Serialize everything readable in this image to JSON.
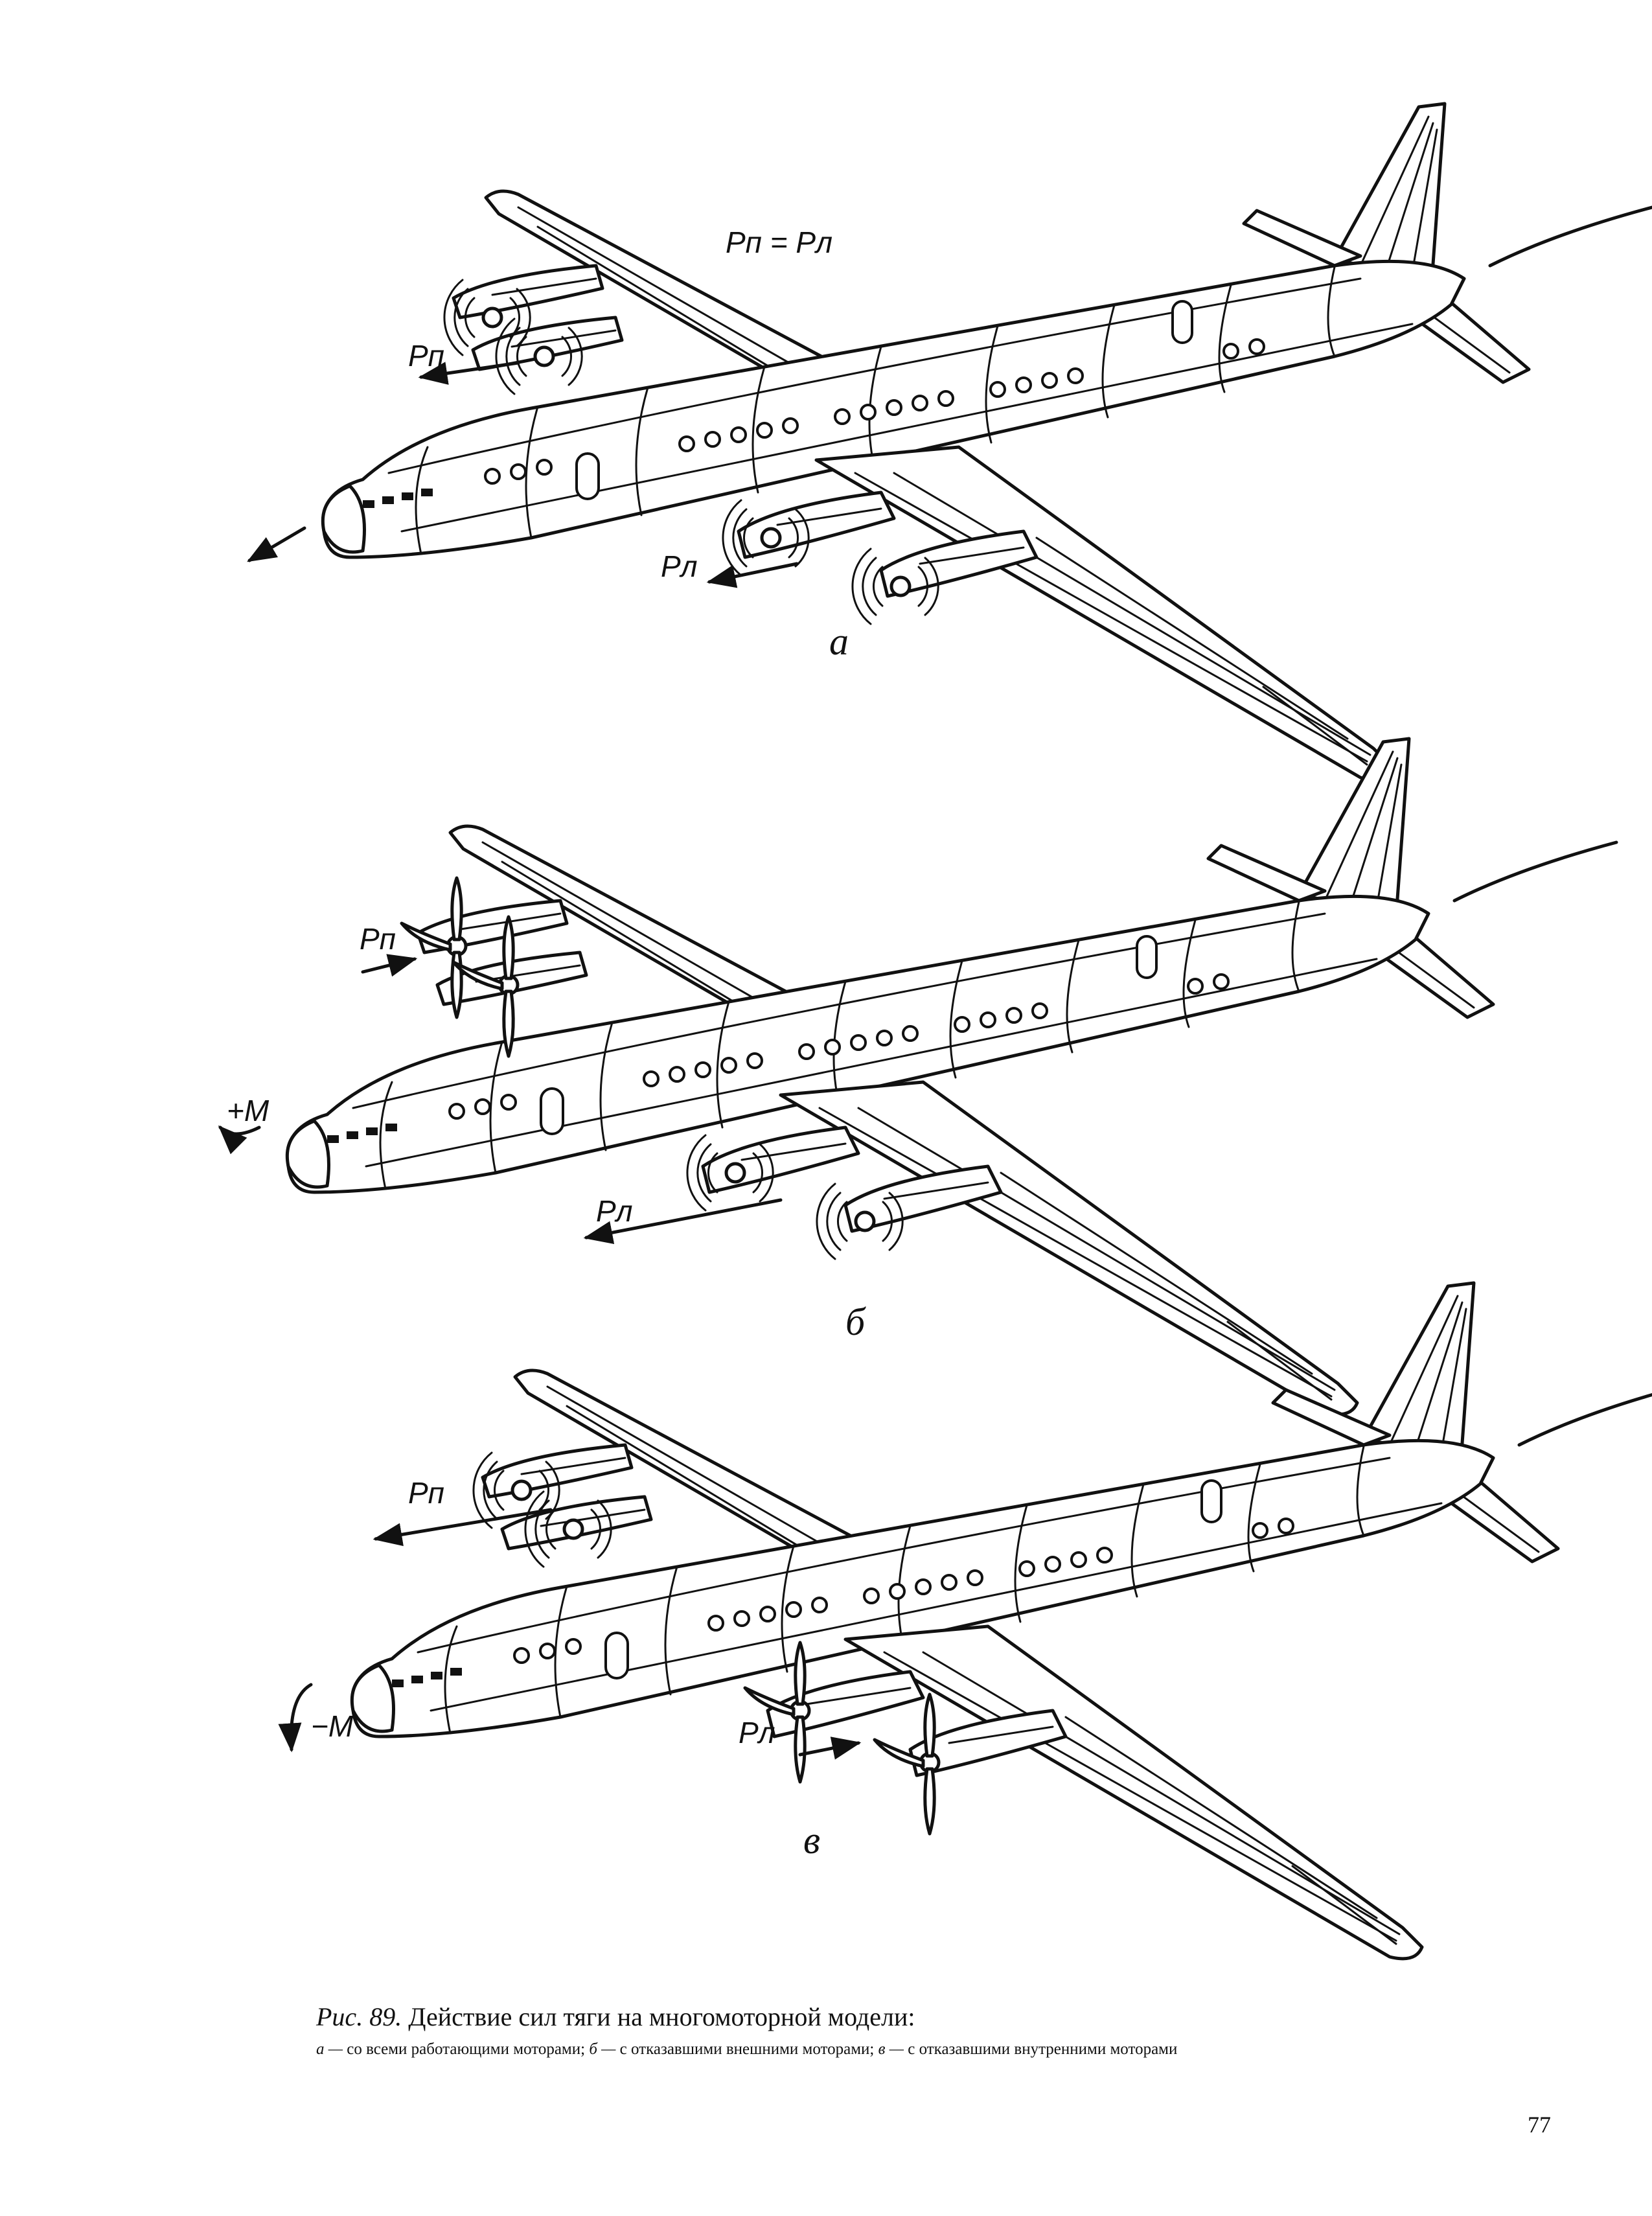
{
  "figure": {
    "panels": [
      {
        "id": "a",
        "sublabel": "а",
        "labels": {
          "right_thrust": "Pп",
          "left_thrust": "Pл",
          "equation": "Pп = Pл"
        },
        "left_propellers": "spinning",
        "right_propellers": "spinning"
      },
      {
        "id": "b",
        "sublabel": "б",
        "labels": {
          "right_thrust": "Pп",
          "left_thrust": "Pл",
          "moment": "+М"
        },
        "left_propellers": "spinning",
        "right_propellers": "stopped"
      },
      {
        "id": "v",
        "sublabel": "в",
        "labels": {
          "right_thrust": "Pп",
          "left_thrust": "Pл",
          "moment": "−М"
        },
        "left_propellers": "stopped",
        "right_propellers": "spinning"
      }
    ]
  },
  "caption": {
    "number": "Рис. 89.",
    "title": "Действие сил тяги на многомоторной модели:",
    "items": [
      {
        "key": "а —",
        "text": "со всеми работающими моторами;"
      },
      {
        "key": "б —",
        "text": "с отказавшими внешними моторами;"
      },
      {
        "key": "в —",
        "text": "с отказавшими внутренними моторами"
      }
    ]
  },
  "page_number": "77"
}
